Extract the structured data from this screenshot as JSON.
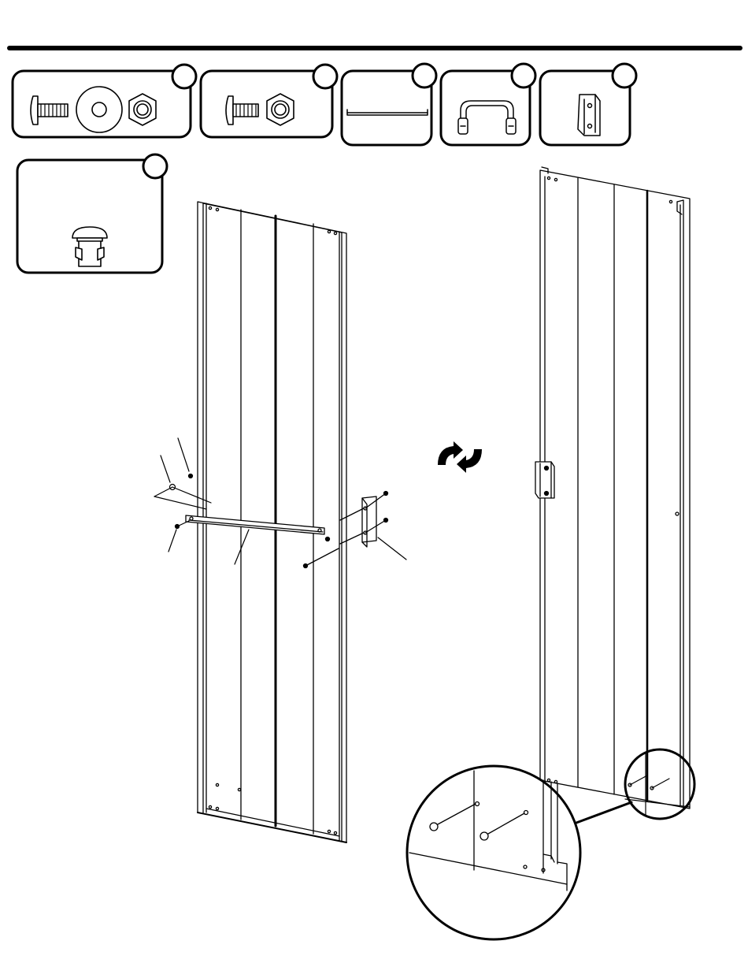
{
  "page": {
    "title": "",
    "step_number": ""
  },
  "colors": {
    "line": "#000000",
    "background": "#ffffff"
  },
  "parts": [
    {
      "tag": "",
      "icon": "screw-washer-nut-icon"
    },
    {
      "tag": "",
      "icon": "screw-nut-icon"
    },
    {
      "tag": "",
      "icon": "rod-icon"
    },
    {
      "tag": "",
      "icon": "handle-icon"
    },
    {
      "tag": "",
      "icon": "latch-bracket-icon"
    },
    {
      "tag": "",
      "icon": "plastic-rivet-icon"
    }
  ],
  "illustration": {
    "left_panel": "door-panel-inside-view",
    "right_panel": "door-panel-outside-view",
    "flip_symbol": "flip-over-arrows-icon",
    "detail_view": "magnified-rivet-detail"
  }
}
